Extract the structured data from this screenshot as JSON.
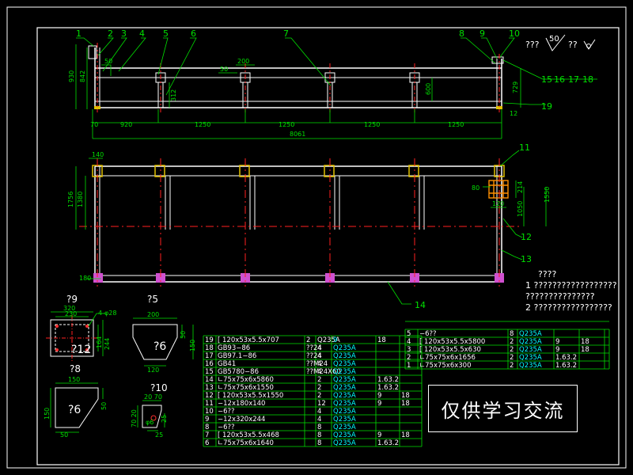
{
  "balloons": {
    "top": [
      "1",
      "2",
      "3",
      "4",
      "5",
      "6",
      "7",
      "8",
      "9",
      "10"
    ],
    "right": [
      "15",
      "16",
      "17",
      "18",
      "19"
    ],
    "plan": [
      "11",
      "12",
      "13",
      "14"
    ]
  },
  "roughness": {
    "note": "???",
    "sym1": "50",
    "sym2": "??"
  },
  "dims_elev": {
    "h930": "930",
    "h842": "842",
    "d50a": "50",
    "d200": "200",
    "d50b": "50",
    "d312": "312",
    "d600": "600",
    "d729": "729",
    "d12": "12",
    "d70": "70",
    "spans": [
      "920",
      "1250",
      "1250",
      "1250",
      "1250"
    ],
    "total": "8061"
  },
  "dims_plan": {
    "d140": "140",
    "d1756": "1756",
    "d1380": "1380",
    "d180": "180",
    "d80": "80",
    "d214": "214",
    "d120": "120",
    "d1050": "1050",
    "d1550": "1550"
  },
  "details": {
    "v9": {
      "title": "?9",
      "d320": "320",
      "d230": "230",
      "holes": "4-φ28",
      "d164": "164",
      "d244": "244",
      "mark": "?12"
    },
    "v5": {
      "title": "?5",
      "d200": "200",
      "d50": "50",
      "d150": "150",
      "d120": "120",
      "mark": "?6"
    },
    "v8": {
      "title": "?8",
      "d150": "150",
      "d50a": "50",
      "d150v": "150",
      "d50b": "50",
      "mark": "?6"
    },
    "v10": {
      "title": "?10",
      "d2070": "20 70",
      "d7020": "70 20",
      "d25a": "25",
      "d25b": "25",
      "d6": "φ6"
    }
  },
  "notes": {
    "heading": "????",
    "lines": [
      "1  ??????????????????",
      "   ???????????????",
      "2  ?????????????????"
    ]
  },
  "bom_left": [
    [
      "19",
      "[ 120x53x5.5x707",
      "2",
      "Q235A",
      "9",
      "18"
    ],
    [
      "18",
      "GB93−86",
      "??24",
      "4",
      "Q235A",
      "",
      ""
    ],
    [
      "17",
      "GB97.1−86",
      "??24",
      "4",
      "Q235A",
      "",
      ""
    ],
    [
      "16",
      "GB41",
      "??M24",
      "4",
      "Q235A",
      "",
      ""
    ],
    [
      "15",
      "GB5780−86",
      "??M24X60",
      "4",
      "Q235A",
      "",
      ""
    ],
    [
      "14",
      "∟75x75x6x5860",
      "",
      "2",
      "Q235A",
      "1.63.2",
      ""
    ],
    [
      "13",
      "∟75x75x6x1550",
      "",
      "2",
      "Q235A",
      "1.63.2",
      ""
    ],
    [
      "12",
      "[ 120x53x5.5x1550",
      "",
      "2",
      "Q235A",
      "9",
      "18"
    ],
    [
      "11",
      "−12x180x140",
      "",
      "12",
      "Q235A",
      "9",
      "18"
    ],
    [
      "10",
      "−6??",
      "",
      "4",
      "Q235A",
      "",
      ""
    ],
    [
      "9",
      "−12x320x244",
      "",
      "4",
      "Q235A",
      "",
      ""
    ],
    [
      "8",
      "−6??",
      "",
      "8",
      "Q235A",
      "",
      ""
    ],
    [
      "7",
      "[ 120x53x5.5x468",
      "",
      "8",
      "Q235A",
      "9",
      "18"
    ],
    [
      "6",
      "∟75x75x6x1640",
      "",
      "8",
      "Q235A",
      "1.63.2",
      ""
    ]
  ],
  "bom_right": [
    [
      "5",
      "−6??",
      "8",
      "Q235A",
      "",
      ""
    ],
    [
      "4",
      "[ 120x53x5.5x5800",
      "2",
      "Q235A",
      "9",
      "18"
    ],
    [
      "3",
      "[ 120x53x5.5x630",
      "2",
      "Q235A",
      "9",
      "18"
    ],
    [
      "2",
      "∟75x75x6x1656",
      "2",
      "Q235A",
      "1.63.2",
      ""
    ],
    [
      "1",
      "∟75x75x6x300",
      "2",
      "Q235A",
      "1.63.2",
      ""
    ]
  ],
  "stamp": "仅供学习交流"
}
